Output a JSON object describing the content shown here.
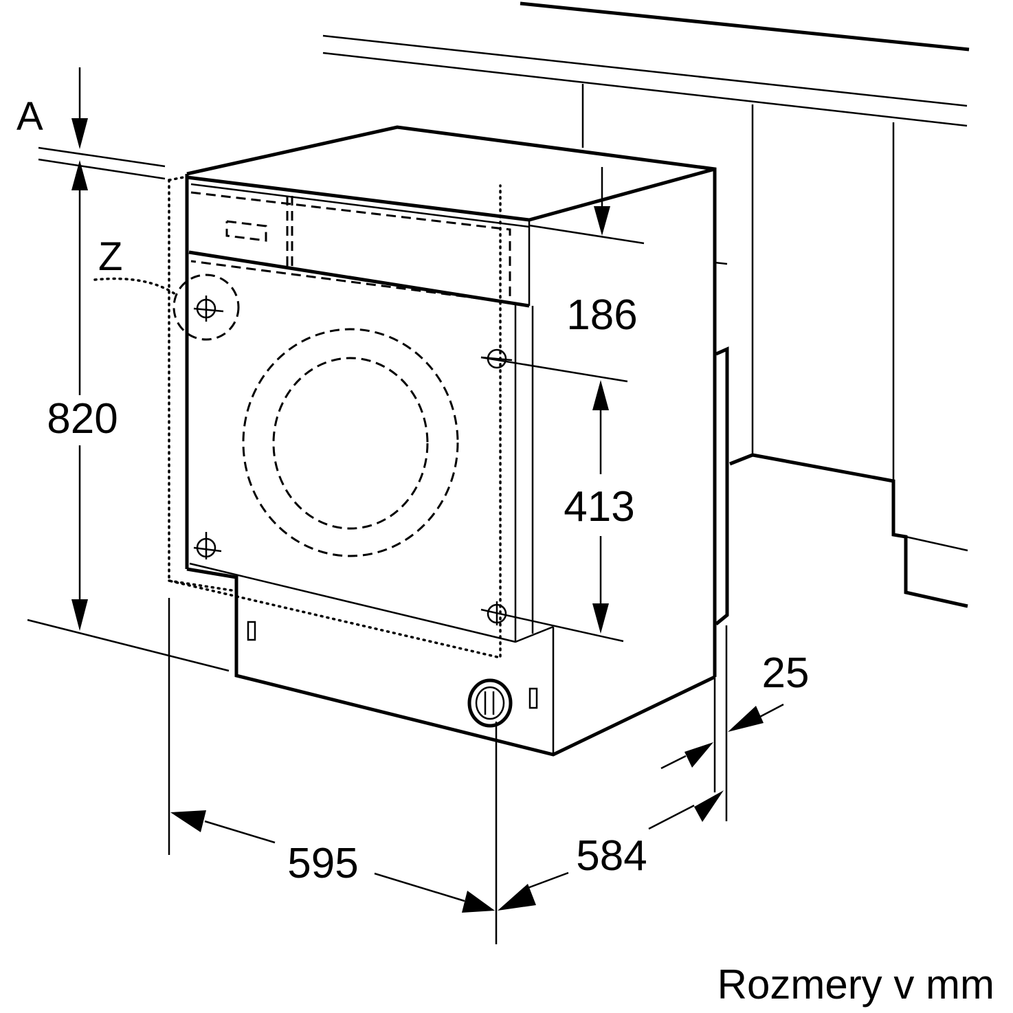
{
  "labels": {
    "letter_a": "A",
    "letter_z": "Z",
    "height": "820",
    "panel": "186",
    "door_hinge_span": "413",
    "width": "595",
    "depth": "584",
    "door_thickness": "25"
  },
  "caption": "Rozmery v mm"
}
